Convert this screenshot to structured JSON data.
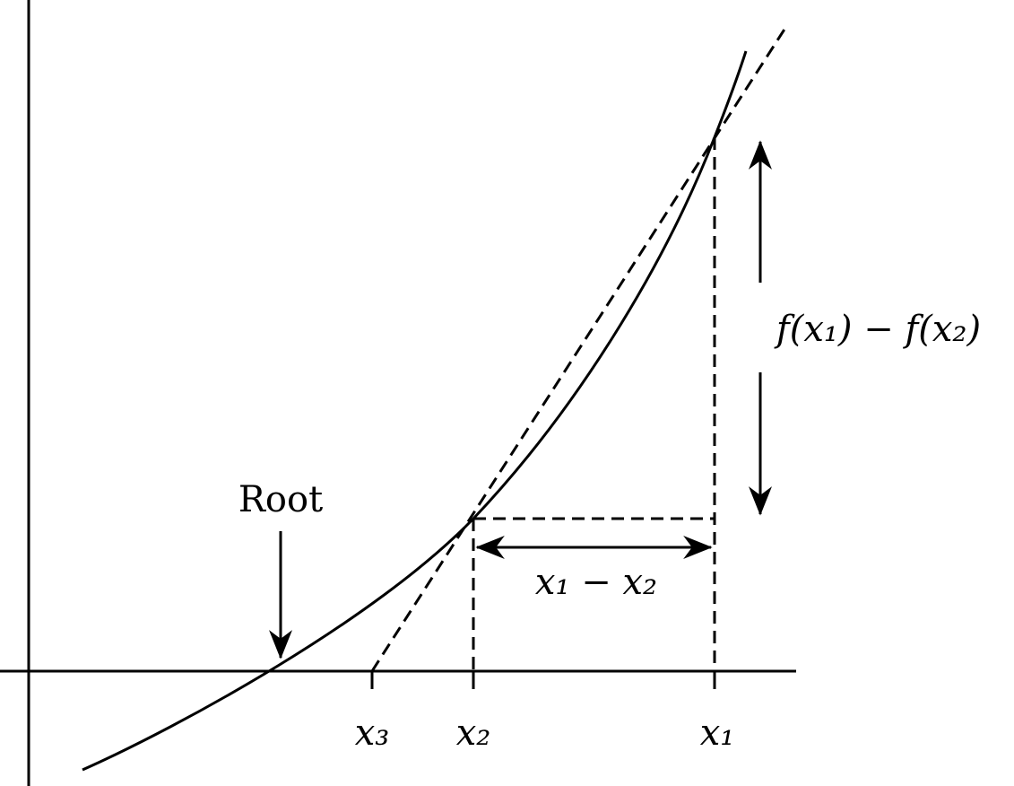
{
  "diagram": {
    "title": "Secant method illustration",
    "root_label": "Root",
    "dx_label": "x₁ − x₂",
    "df_label": "f(x₁) − f(x₂)",
    "ticks": {
      "x3": "x₃",
      "x2": "x₂",
      "x1": "x₁"
    },
    "colors": {
      "stroke": "#000000",
      "background": "#ffffff"
    }
  }
}
